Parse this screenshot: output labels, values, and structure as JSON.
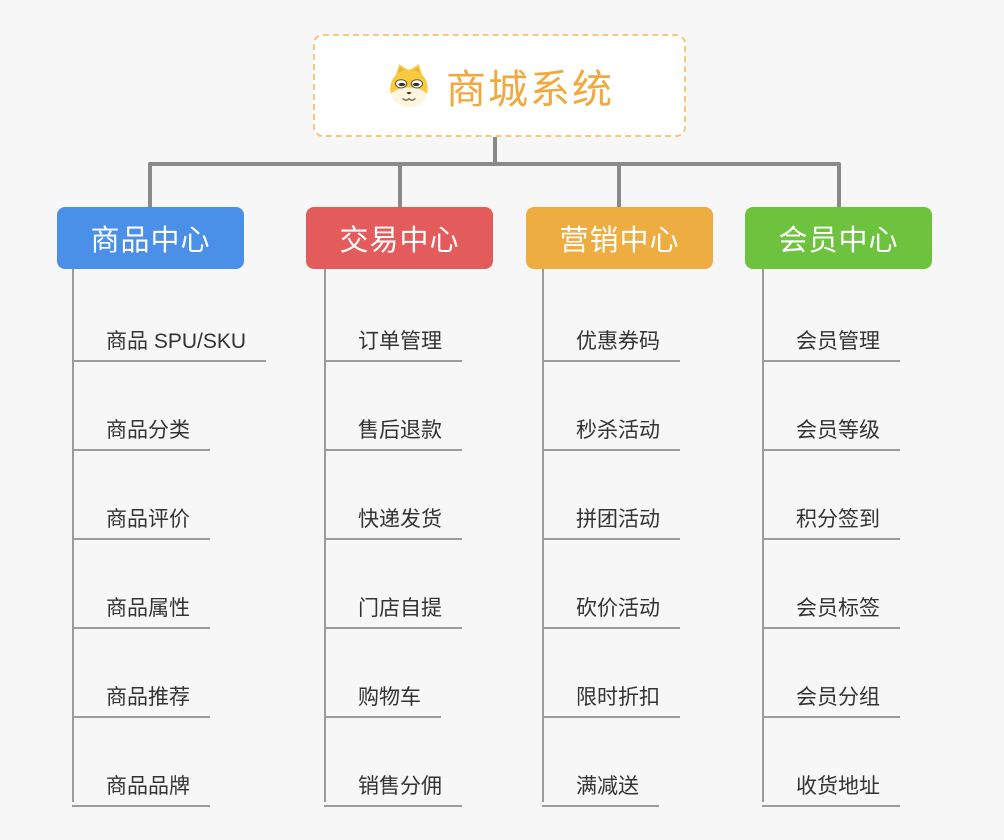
{
  "root": {
    "title": "商城系统",
    "icon": "dog-face-icon",
    "title_color": "#F1A83C",
    "border_color": "#F6C77E"
  },
  "branches": [
    {
      "label": "商品中心",
      "color": "#4A8FE8",
      "children": [
        "商品 SPU/SKU",
        "商品分类",
        "商品评价",
        "商品属性",
        "商品推荐",
        "商品品牌"
      ]
    },
    {
      "label": "交易中心",
      "color": "#E45B5B",
      "children": [
        "订单管理",
        "售后退款",
        "快递发货",
        "门店自提",
        "购物车",
        "销售分佣"
      ]
    },
    {
      "label": "营销中心",
      "color": "#EDAD40",
      "children": [
        "优惠券码",
        "秒杀活动",
        "拼团活动",
        "砍价活动",
        "限时折扣",
        "满减送"
      ]
    },
    {
      "label": "会员中心",
      "color": "#6DC23E",
      "children": [
        "会员管理",
        "会员等级",
        "积分签到",
        "会员标签",
        "会员分组",
        "收货地址"
      ]
    }
  ],
  "colors": {
    "background": "#F7F7F7",
    "connector": "#8A8A8A",
    "leaf_line": "#9B9B9B",
    "leaf_text": "#333333"
  }
}
